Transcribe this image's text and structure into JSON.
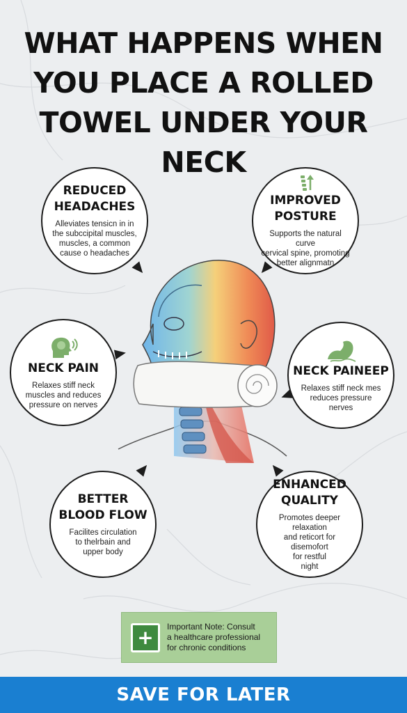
{
  "title_lines": [
    "WHAT HAPPENS WHEN",
    "YOU PLACE A ROLLED",
    "TOWEL UNDER YOUR NECK"
  ],
  "callouts": {
    "reduced_headaches": {
      "title_1": "REDUCED",
      "title_2": "HEADACHES",
      "lines": [
        "Alleviates tensicn in in",
        "the subccipital muscles,",
        "muscles, a common",
        "cause o headaches"
      ]
    },
    "improved_posture": {
      "title_1": "IMPROVED",
      "title_2": "POSTURE",
      "lines": [
        "Supports the natural curve",
        "cervical spine, promoting",
        "better alignmatn"
      ],
      "icon": "spine-arrow-icon"
    },
    "neck_pain": {
      "title_1": "NECK PAIN",
      "lines": [
        "Relaxes stiff neck",
        "muscles and reduces",
        "pressure on nerves"
      ],
      "icon": "head-brain-icon"
    },
    "neck_paineep": {
      "title_1": "NECK PAINEEP",
      "lines": [
        "Relaxes stiff neck mes",
        "reduces pressure",
        "nerves"
      ],
      "icon": "flexed-arm-icon"
    },
    "better_blood_flow": {
      "title_1": "BETTER",
      "title_2": "BLOOD FLOW",
      "lines": [
        "Facilites circulation",
        "to thelrbain and",
        "upper body"
      ]
    },
    "enhanced_quality": {
      "title_1": "ENHANCED",
      "title_2": "QUALITY",
      "lines": [
        "Promotes deeper relaxation",
        "and reticort for disemofort",
        "for restful",
        "night"
      ]
    }
  },
  "note": {
    "lines": [
      "Important Note: Consult",
      "a healthcare professional",
      "for chronic conditions"
    ],
    "icon": "plus-icon"
  },
  "footer": "SAVE FOR LATER",
  "colors": {
    "footer": "#1a7fd1",
    "note_bg": "#a9cf98",
    "icon_green": "#4a9a4a"
  }
}
